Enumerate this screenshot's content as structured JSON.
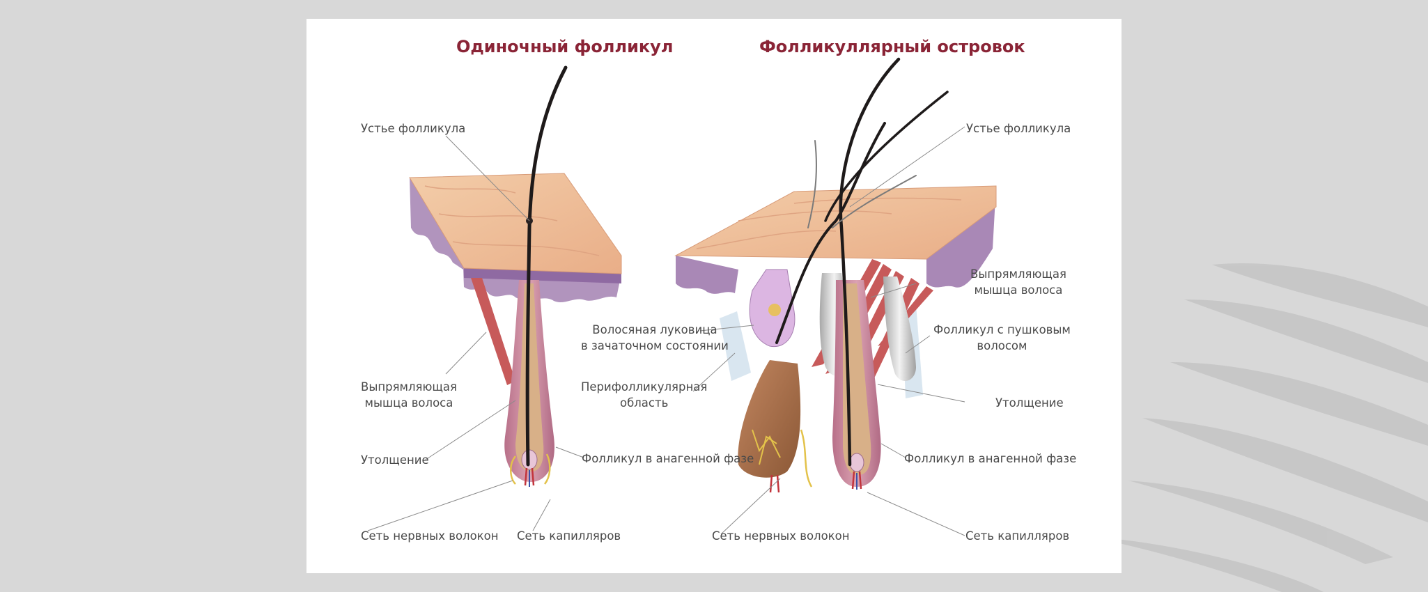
{
  "diagram": {
    "single": {
      "title": "Одиночный фолликул",
      "labels": {
        "orifice": "Устье фолликула",
        "arrector": [
          "Выпрямляющая",
          "мышца волоса"
        ],
        "bulge": "Утолщение",
        "anagen": "Фолликул в анагенной фазе",
        "nerves": "Сеть нервных волокон",
        "capillaries": "Сеть капилляров"
      }
    },
    "island": {
      "title": "Фолликуллярный островок",
      "labels": {
        "orifice": "Устье фолликула",
        "arrector": [
          "Выпрямляющая",
          "мышца волоса"
        ],
        "rudimentary_bulb": [
          "Волосяная луковица",
          "в зачаточном состоянии"
        ],
        "vellus": [
          "Фолликул с пушковым",
          "волосом"
        ],
        "perifollicular": [
          "Перифолликулярная",
          "область"
        ],
        "bulge": "Утолщение",
        "anagen": "Фолликул в анагенной фазе",
        "nerves": "Сеть нервных волокон",
        "capillaries": "Сеть капилляров"
      }
    }
  },
  "colors": {
    "title": "#8a2436",
    "label": "#4a4a4a",
    "skin": "#f0c3a0",
    "dermis": "#a988b6",
    "muscle": "#c75a5a",
    "follicle": "#c9859a",
    "hair": "#1e1a1a",
    "page_bg": "#d8d8d8"
  }
}
